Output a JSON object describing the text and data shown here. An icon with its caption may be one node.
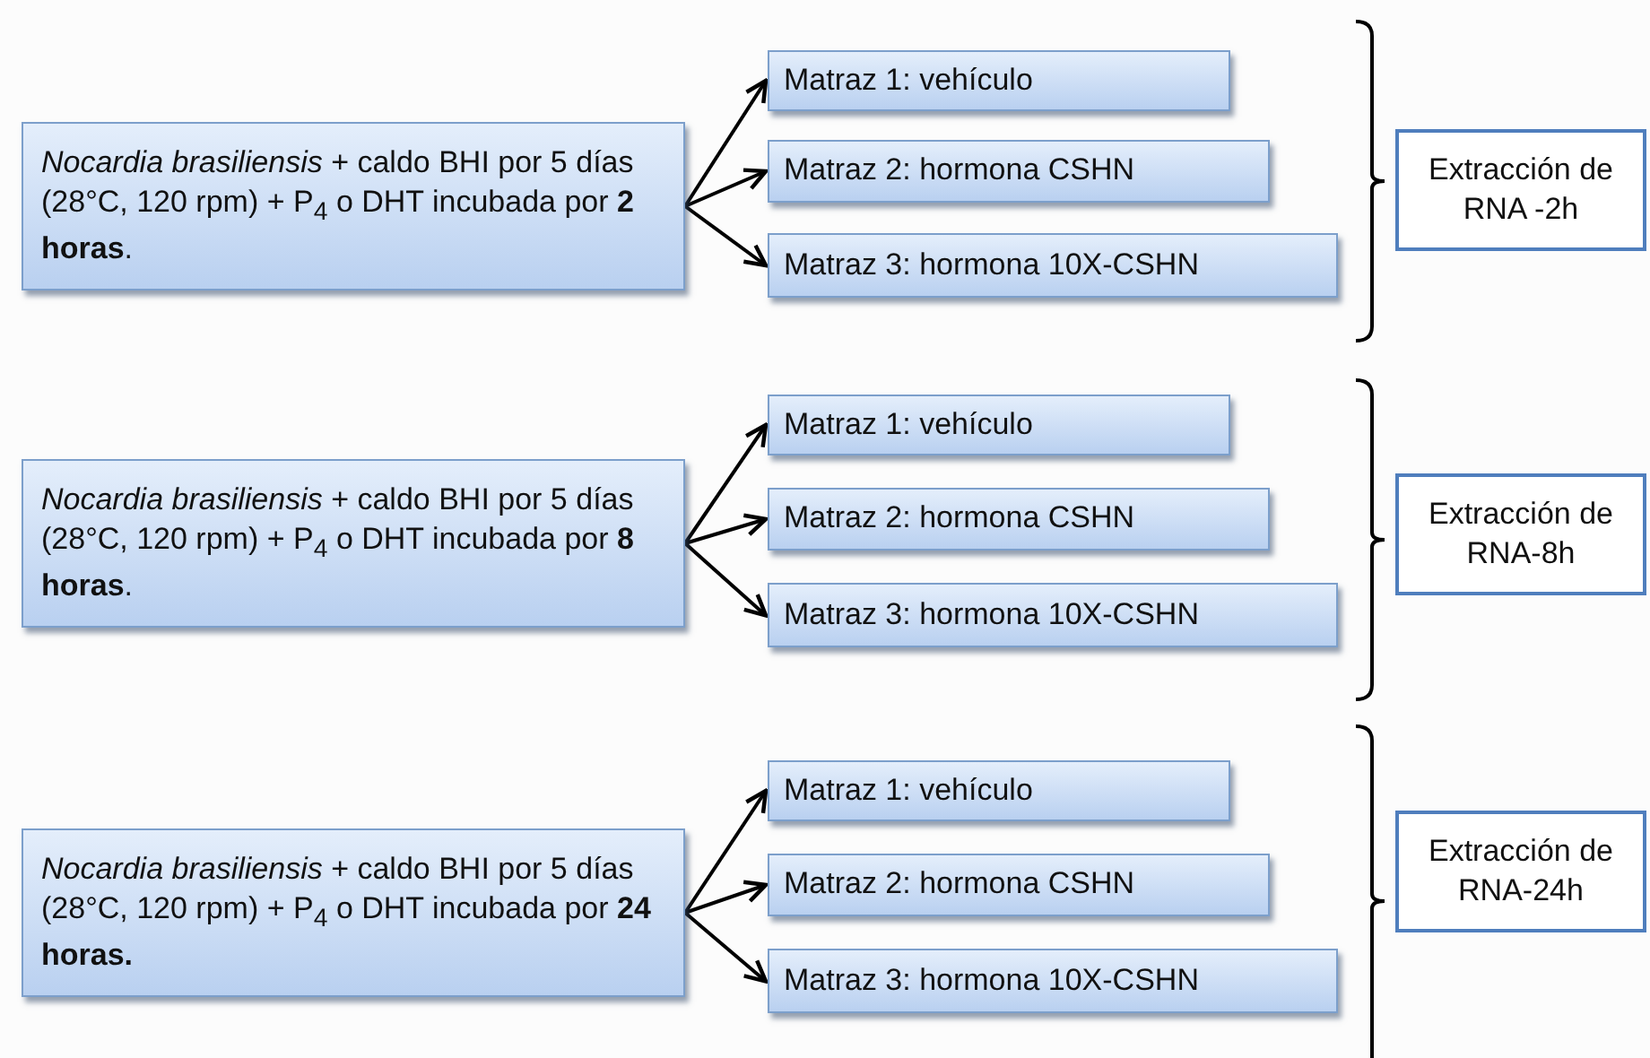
{
  "diagram": {
    "nodes": [
      {
        "text": [
          "*Nocardia brasiliensis* + caldo BHI por 5 días (28°C, 120 rpm) + P$_{4}$ o DHT incubada por **2 horas**."
        ]
      },
      {
        "text": [
          "Matraz 1: vehículo"
        ]
      },
      {
        "text": [
          "Matraz 2: hormona CSHN"
        ]
      },
      {
        "text": [
          "Matraz 3: hormona 10X-CSHN"
        ]
      },
      {
        "text": [
          "Extracción de RNA -2h"
        ]
      },
      {
        "text": [
          "*Nocardia brasiliensis* + caldo BHI por 5 días (28°C, 120 rpm) + P$_{4}$ o DHT incubada por **8 horas**."
        ]
      },
      {
        "text": [
          "Matraz 1: vehículo"
        ]
      },
      {
        "text": [
          "Matraz 2: hormona CSHN"
        ]
      },
      {
        "text": [
          "Matraz 3: hormona 10X-CSHN"
        ]
      },
      {
        "text": [
          "Extracción de RNA-8h"
        ]
      },
      {
        "text": [
          "*Nocardia brasiliensis* + caldo BHI por 5 días (28°C, 120 rpm) + P$_{4}$ o DHT incubada por **24 horas.**"
        ]
      },
      {
        "text": [
          "Matraz 1: vehículo"
        ]
      },
      {
        "text": [
          "Matraz 2: hormona CSHN"
        ]
      },
      {
        "text": [
          "Matraz 3: hormona 10X-CSHN"
        ]
      },
      {
        "text": [
          "Extracción de RNA-24h"
        ]
      }
    ],
    "edges": [
      {
        "from": 0,
        "to": 1,
        "arrow": "to"
      },
      {
        "from": 0,
        "to": 2,
        "arrow": "to"
      },
      {
        "from": 0,
        "to": 3,
        "arrow": "to"
      },
      {
        "from": 5,
        "to": 6,
        "arrow": "to"
      },
      {
        "from": 5,
        "to": 7,
        "arrow": "to"
      },
      {
        "from": 5,
        "to": 8,
        "arrow": "to"
      },
      {
        "from": 10,
        "to": 11,
        "arrow": "to"
      },
      {
        "from": 10,
        "to": 12,
        "arrow": "to"
      },
      {
        "from": 10,
        "to": 13,
        "arrow": "to"
      }
    ]
  }
}
